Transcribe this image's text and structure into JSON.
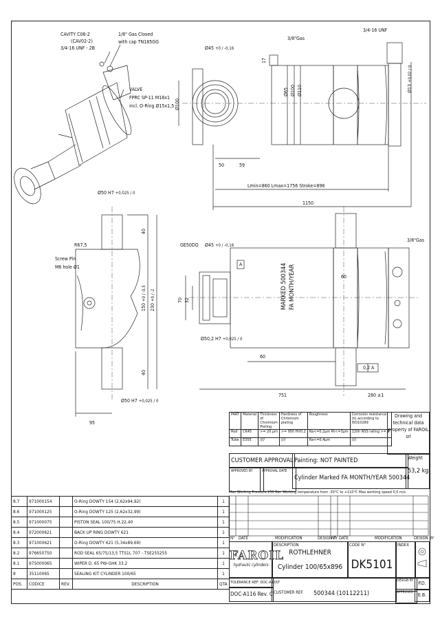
{
  "drawing": {
    "callouts": {
      "cavity": "CAVITY C06-2",
      "cavity_sub": "(CAV02-2)",
      "thread_unf": "3/4-16 UNF - 2B",
      "gas_closed": "1/8\" Gas Closed",
      "gas_closed_cap": "with cap TN185GG",
      "valve_1": "VALVE",
      "valve_2": "FPRC SP-11 M18x1",
      "valve_3": "incl. O-Ring Ø15x1,5",
      "gas_top": "3/8\"Gas",
      "unf_right": "3/4-16 UNF",
      "gas_right": "3/8\"Gas",
      "screw_pin": "Screw Pin",
      "screw_pin_2": "M6 hole Ø1",
      "ge50": "GE50DO",
      "marked_1": "MARKED 500344",
      "marked_2": "FA MONTH/YEAR"
    },
    "dims": {
      "d45_top": "Ø45",
      "d45_top_tol": "+0 / -0,16",
      "d100": "Ø100",
      "d65": "Ø65",
      "d100b": "Ø100",
      "d110": "Ø110",
      "d13": "Ø13",
      "d13_tol": "+0,02 / 0",
      "l17": "17",
      "l50": "50",
      "l59": "59",
      "lmin": "Lmin=860 Lmax=1756 Stroke=896",
      "l1150": "1150",
      "d50h7_top": "Ø50 H7",
      "d50h7_tol": "+0,025 / 0",
      "l40a": "40",
      "l150": "150",
      "l150_tol": "+0 / -0,5",
      "l230": "230",
      "l230_tol": "+0 / -2",
      "l40b": "40",
      "r675": "R67,5",
      "d50h7_bot": "Ø50 H7",
      "l95": "95",
      "d45_mid": "Ø45",
      "l70": "70",
      "l32": "32",
      "d50h7_mid": "Ø50,2 H7",
      "l60a": "60",
      "l60b": "60",
      "l751": "751",
      "l280": "280 ±1",
      "datum_a": "A",
      "flat": "0,2 A"
    }
  },
  "spec_table": {
    "headers": [
      "PART",
      "Material",
      "Thickness of Chromium Plating",
      "Hardness of Chromium plating",
      "Roughness",
      "Corrosion resistance (h) according to ISO10289"
    ],
    "rows": [
      [
        "Rod",
        "CK45",
        ">= 20 μm",
        ">= 950 HV0,2",
        "Ra<=0,2μm Rt<=3μm",
        "120h NSS rating >= 8"
      ],
      [
        "Tube",
        "E355",
        "////",
        "////",
        "Ra<=0,4μm",
        "////"
      ]
    ],
    "property_note": "Drawing and technical data property of FAROIL srl"
  },
  "approval": {
    "customer_approval": "CUSTOMER APPROVAL",
    "painting": "Painting: NOT PAINTED",
    "approved_by": "APPROVED BY",
    "approval_date": "APPROVAL DATE",
    "description": "Cylinder Marked FA MONTH/YEAR 500344",
    "weight_label": "Weight",
    "weight": "53,2 kg"
  },
  "notes": "Max Working Pressure 250 Bar. Working temperature from -30°C to +110°C Max working speed 0,5 m/s",
  "bom": {
    "rows": [
      {
        "pos": "8.7",
        "code": "971000154",
        "desc": "O-Ring DOWTY 154  (2,62x94,92)",
        "qty": "1"
      },
      {
        "pos": "8.6",
        "code": "971000125",
        "desc": "O-Ring DOWTY 125  (2,62x32,99)",
        "qty": "1"
      },
      {
        "pos": "8.5",
        "code": "971000075",
        "desc": "PISTON SEAL  100/75 H.22,40",
        "qty": "1"
      },
      {
        "pos": "8.4",
        "code": "972000621",
        "desc": "BACK UP RING  DOWTY 621",
        "qty": "1"
      },
      {
        "pos": "8.3",
        "code": "971000621",
        "desc": "O-Ring DOWTY 621  (5,34x89,69)",
        "qty": "1"
      },
      {
        "pos": "8.2",
        "code": "976650750",
        "desc": "ROD SEAL 65/75/13,5  TTS1L 707 - TSE255255",
        "qty": "1"
      },
      {
        "pos": "8.1",
        "code": "975000065",
        "desc": "WIPER D. 65 PW-GHK 33.2",
        "qty": "1"
      },
      {
        "pos": "8",
        "code": "35110065",
        "desc": "SEALING KIT CYLINDER 100/65",
        "qty": "1"
      }
    ],
    "headers": {
      "pos": "POS.",
      "code": "CODICE",
      "rev": "REV.",
      "desc": "DESCRIPTION",
      "qty": "QTA"
    }
  },
  "title_block": {
    "rev_headers": [
      "N°",
      "DATE",
      "MODIFICATION",
      "DESIGN BY",
      "N°",
      "DATE",
      "MODIFICATION",
      "DESIGN BY"
    ],
    "logo_name": "FAROIL",
    "logo_sub": "hydraulic cylinders",
    "description_label": "DESCRIPTION",
    "company": "ROTHLEHNER",
    "title": "Cylinder 100/65x896",
    "code_label": "CODE N°",
    "code": "DK5101",
    "index_label": "INDEX",
    "tolerance": "TOLERANCE REF: DOC-A116T",
    "doc": "DOC-A116 Rev. C",
    "customer_ref_label": "CUSTOMER REF.",
    "customer_ref": "500344 (10112211)",
    "design_by_label": "DESIGN BY",
    "design_by": "P.D.",
    "approved_label": "APPROVED",
    "approved": "E.B."
  }
}
